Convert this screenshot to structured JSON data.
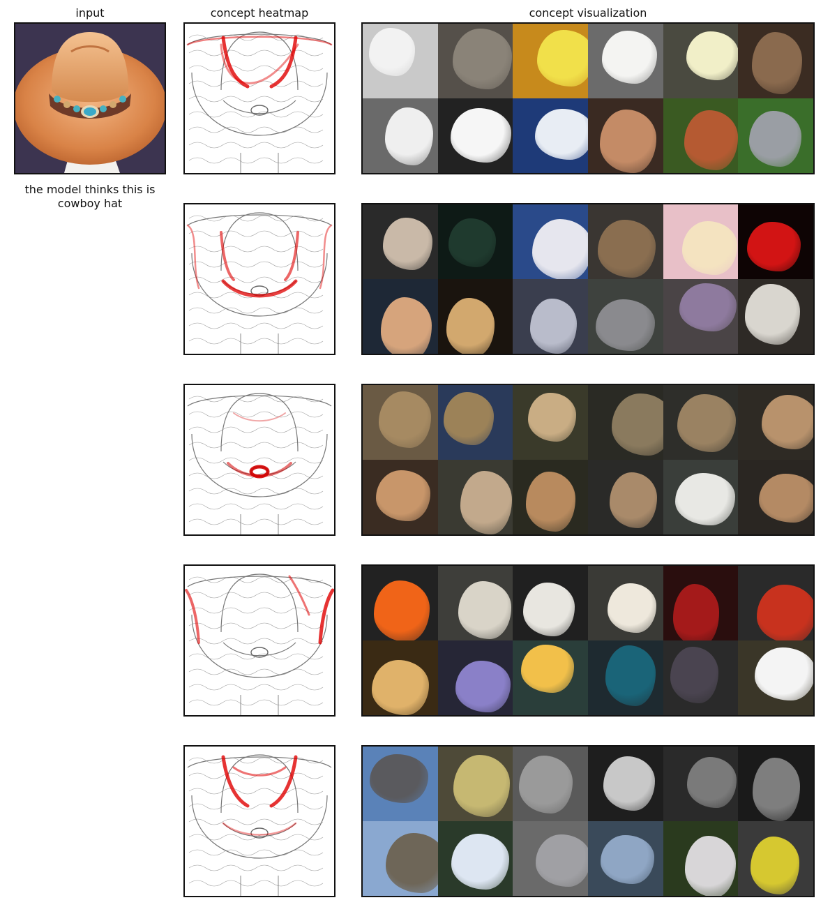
{
  "headers": {
    "input": "input",
    "heatmap": "concept heatmap",
    "visualization": "concept visualization"
  },
  "caption": {
    "prefix": "the model thinks this is",
    "prediction": "cowboy hat"
  },
  "rows": [
    {
      "heatmap_focus": "crown and brim edge",
      "heat_color": "#e00000",
      "tiles": [
        [
          "#c9c9c9",
          "#f2f2f2"
        ],
        [
          "#55504a",
          "#8a8378"
        ],
        [
          "#c78a1c",
          "#f1e04a"
        ],
        [
          "#6b6b6b",
          "#f4f4f2"
        ],
        [
          "#4a4a40",
          "#f1efc8"
        ],
        [
          "#3b2c22",
          "#8a6a4e"
        ],
        [
          "#6a6a6a",
          "#efefef"
        ],
        [
          "#222222",
          "#f6f6f6"
        ],
        [
          "#1e3a78",
          "#e8edf4"
        ],
        [
          "#3a2a22",
          "#c48b66"
        ],
        [
          "#3a5a22",
          "#b55a32"
        ],
        [
          "#3a6e2a",
          "#9a9ea4"
        ]
      ]
    },
    {
      "heatmap_focus": "hat band and brim",
      "heat_color": "#e00000",
      "tiles": [
        [
          "#2a2a2a",
          "#c9b9a8"
        ],
        [
          "#0e1a16",
          "#1f3a2e"
        ],
        [
          "#2a4a8a",
          "#e6e6ee"
        ],
        [
          "#3a3632",
          "#8a6e50"
        ],
        [
          "#e8c0c8",
          "#f4e3c0"
        ],
        [
          "#0e0404",
          "#d21414"
        ],
        [
          "#1e2836",
          "#d6a47c"
        ],
        [
          "#1a140e",
          "#d2a86e"
        ],
        [
          "#3a3e4e",
          "#b9bccb"
        ],
        [
          "#3e423e",
          "#8a8a8e"
        ],
        [
          "#4a4446",
          "#8e7a9e"
        ],
        [
          "#2e2a26",
          "#d9d6cf"
        ]
      ]
    },
    {
      "heatmap_focus": "turquoise concho",
      "heat_color": "#d40000",
      "tiles": [
        [
          "#6a5a44",
          "#a68a62"
        ],
        [
          "#2a3a5a",
          "#9c8258"
        ],
        [
          "#3a3a2a",
          "#c9ad84"
        ],
        [
          "#2a2a24",
          "#8a7a5e"
        ],
        [
          "#2e2e2a",
          "#9a8262"
        ],
        [
          "#2e2a24",
          "#b8926c"
        ],
        [
          "#3a2c22",
          "#c8966a"
        ],
        [
          "#3a3a32",
          "#c2a98c"
        ],
        [
          "#2a2a20",
          "#b88a5e"
        ],
        [
          "#2a2a28",
          "#a98a6a"
        ],
        [
          "#3a3e3a",
          "#e8e8e4"
        ],
        [
          "#2a2622",
          "#b48a64"
        ]
      ]
    },
    {
      "heatmap_focus": "brim edges",
      "heat_color": "#e00000",
      "tiles": [
        [
          "#222222",
          "#f06418"
        ],
        [
          "#3e3e3a",
          "#d9d4c8"
        ],
        [
          "#202020",
          "#e8e6e0"
        ],
        [
          "#3a3a36",
          "#eee8dc"
        ],
        [
          "#2a0e0e",
          "#a41a1a"
        ],
        [
          "#2a2a2a",
          "#c8321e"
        ],
        [
          "#3a2a14",
          "#e0b26a"
        ],
        [
          "#262636",
          "#8a80c8"
        ],
        [
          "#2a3e3a",
          "#f2c04a"
        ],
        [
          "#1e2a30",
          "#1a6478"
        ],
        [
          "#2a2a2a",
          "#4a4450"
        ],
        [
          "#3a3628",
          "#f4f4f4"
        ]
      ]
    },
    {
      "heatmap_focus": "hat crown",
      "heat_color": "#e00000",
      "tiles": [
        [
          "#5a82b8",
          "#5a5a5e"
        ],
        [
          "#4e4a38",
          "#c6b872"
        ],
        [
          "#5a5a5a",
          "#9a9a9a"
        ],
        [
          "#1e1e1e",
          "#c8c8c8"
        ],
        [
          "#2a2a2a",
          "#7a7a7a"
        ],
        [
          "#1a1a1a",
          "#7e7e7e"
        ],
        [
          "#8aa8d0",
          "#6e6658"
        ],
        [
          "#2a3a2a",
          "#dde6f2"
        ],
        [
          "#6a6a6a",
          "#a0a0a4"
        ],
        [
          "#3a4a5a",
          "#8fa6c4"
        ],
        [
          "#2a3a1e",
          "#d8d6d8"
        ],
        [
          "#3a3a3a",
          "#d6c830"
        ]
      ]
    }
  ]
}
